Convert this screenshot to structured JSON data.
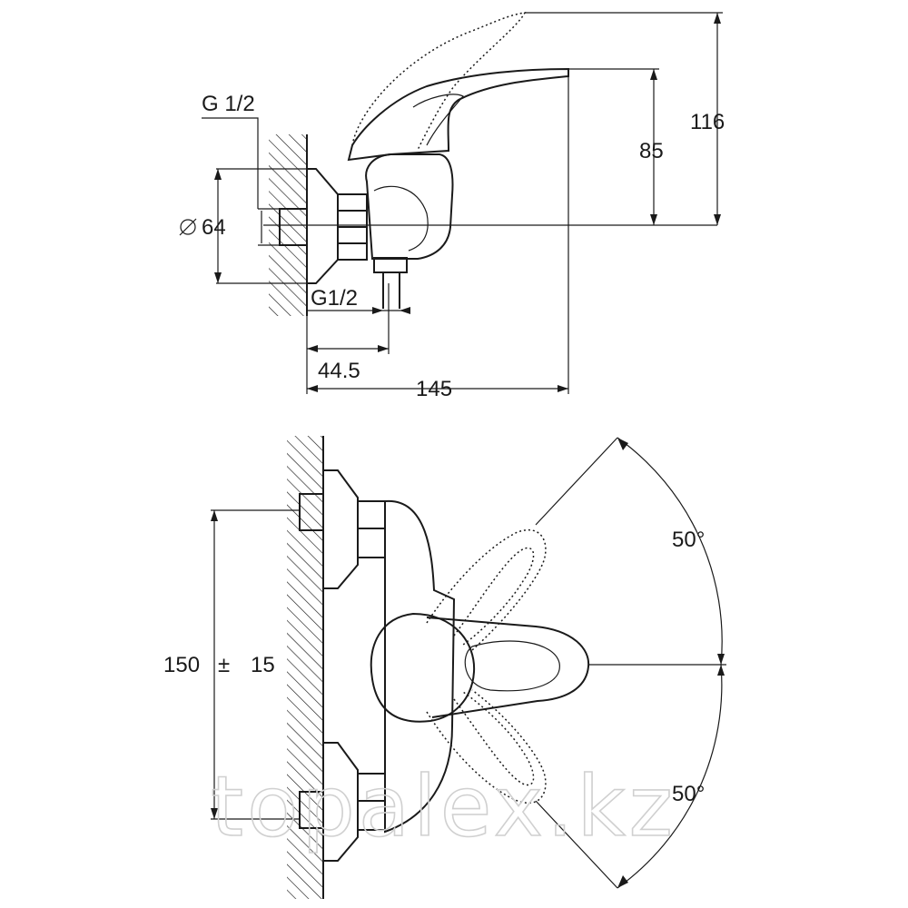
{
  "drawing": {
    "side_view": {
      "dim_thread_top": "G 1/2",
      "dim_diameter": "64",
      "dim_thread_bottom": "G1/2",
      "dim_offset": "44.5",
      "dim_reach": "145",
      "dim_height_spout": "85",
      "dim_height_total": "116"
    },
    "front_view": {
      "dim_center_distance": "150",
      "dim_tolerance_sign": "±",
      "dim_tolerance": "15",
      "angle_upper": "50°",
      "angle_lower": "50°"
    },
    "watermark": "topalex.kz"
  }
}
